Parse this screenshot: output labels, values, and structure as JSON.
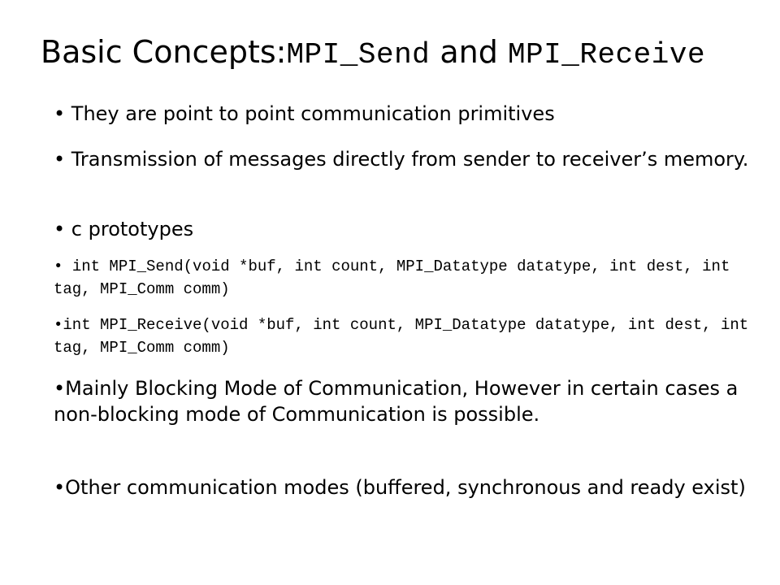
{
  "slide": {
    "title": {
      "prefix": "Basic Concepts:",
      "term1": "MPI_Send",
      "conjunction": " and ",
      "term2": "MPI_Receive"
    },
    "bullets": [
      {
        "marker": "• ",
        "text": "They are point to point communication primitives"
      },
      {
        "marker": "• ",
        "text": "Transmission of messages directly from sender to receiver’s memory."
      },
      {
        "marker": "• ",
        "text": "c prototypes"
      },
      {
        "marker": "• ",
        "text": "int MPI_Send(void *buf, int count, MPI_Datatype datatype, int dest, int tag, MPI_Comm comm)"
      },
      {
        "marker": "•",
        "text": "int MPI_Receive(void *buf, int count, MPI_Datatype datatype, int dest, int tag, MPI_Comm comm)"
      },
      {
        "marker": "•",
        "text": "Mainly Blocking Mode of Communication, However in certain cases a non-blocking mode of Communication is possible."
      },
      {
        "marker": "•",
        "text": "Other communication modes (buffered, synchronous and ready exist)"
      }
    ]
  }
}
